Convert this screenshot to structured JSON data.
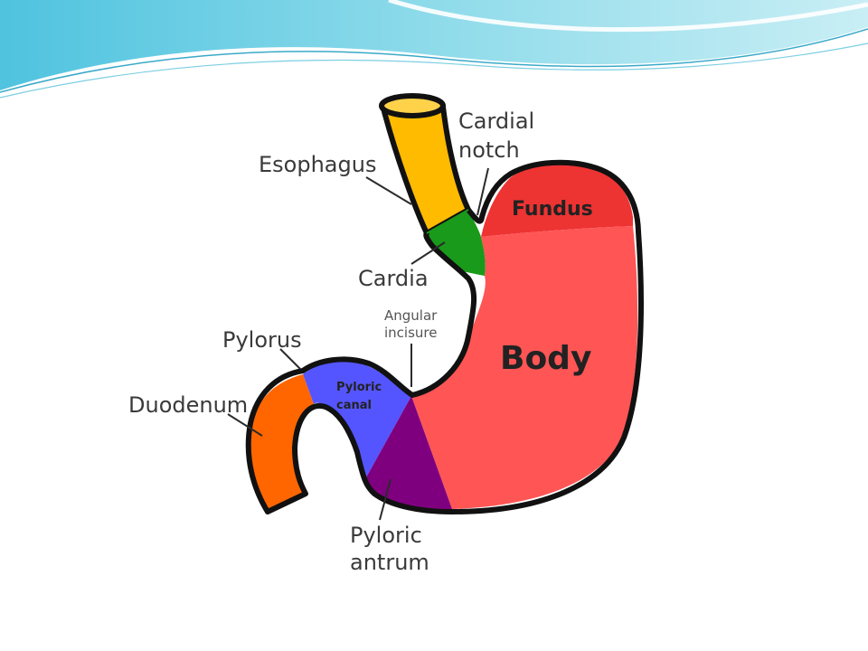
{
  "labels": {
    "esophagus": "Esophagus",
    "cardial_notch_line1": "Cardial",
    "cardial_notch_line2": "notch",
    "fundus": "Fundus",
    "cardia": "Cardia",
    "angular_incisure_line1": "Angular",
    "angular_incisure_line2": "incisure",
    "body": "Body",
    "pylorus": "Pylorus",
    "pyloric_canal_line1": "Pyloric",
    "pyloric_canal_line2": "canal",
    "duodenum": "Duodenum",
    "pyloric_antrum_line1": "Pyloric",
    "pyloric_antrum_line2": "antrum"
  },
  "colors": {
    "esophagus": "#ffbb00",
    "cardia": "#1a9a1a",
    "fundus": "#ee3333",
    "body": "#ff5555",
    "pyloric_canal": "#5555ff",
    "pyloric_antrum": "#7f007f",
    "duodenum": "#ff6600",
    "outline": "#111111",
    "banner": "#5ac8e0"
  }
}
